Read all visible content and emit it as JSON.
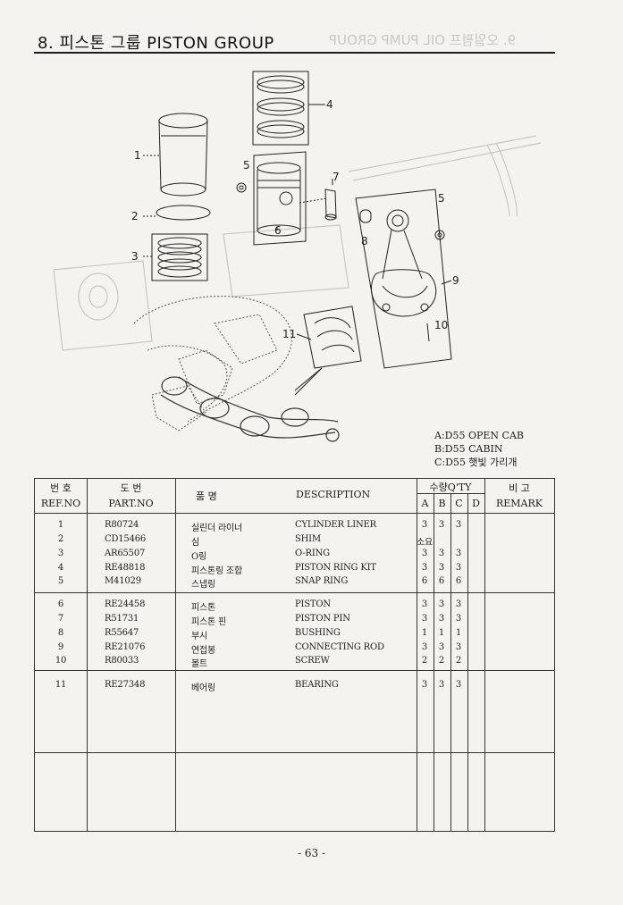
{
  "header": {
    "title": "8. 피스톤 그룹  PISTON GROUP",
    "ghost_title": "9. 오일펌프  OIL PUMP GROUP"
  },
  "diagram": {
    "callouts": [
      "1",
      "2",
      "3",
      "4",
      "5",
      "6",
      "7",
      "8",
      "5",
      "9",
      "10",
      "11"
    ]
  },
  "legend": [
    "A:D55 OPEN CAB",
    "B:D55 CABIN",
    "C:D55 햇빛 가리개"
  ],
  "table": {
    "headers": {
      "ref_ko": "번 호",
      "ref_en": "REF.NO",
      "part_ko": "도 번",
      "part_en": "PART.NO",
      "name_ko": "품 명",
      "desc": "DESCRIPTION",
      "qty_ko": "수량",
      "qty_en": "Q'TY",
      "qa": "A",
      "qb": "B",
      "qc": "C",
      "qd": "D",
      "remark_ko": "비 고",
      "remark_en": "REMARK"
    },
    "rows": [
      {
        "ref": "1",
        "part": "R80724",
        "ko": "실린더 라이너",
        "desc": "CYLINDER LINER",
        "a": "3",
        "b": "3",
        "c": "3"
      },
      {
        "ref": "2",
        "part": "CD15466",
        "ko": "심",
        "desc": "SHIM",
        "a": "소요",
        "b": "",
        "c": ""
      },
      {
        "ref": "3",
        "part": "AR65507",
        "ko": "O링",
        "desc": "O-RING",
        "a": "3",
        "b": "3",
        "c": "3"
      },
      {
        "ref": "4",
        "part": "RE48818",
        "ko": "피스톤링 조합",
        "desc": "PISTON RING KIT",
        "a": "3",
        "b": "3",
        "c": "3"
      },
      {
        "ref": "5",
        "part": "M41029",
        "ko": "스냅링",
        "desc": "SNAP RING",
        "a": "6",
        "b": "6",
        "c": "6"
      },
      {
        "ref": "6",
        "part": "RE24458",
        "ko": "피스톤",
        "desc": "PISTON",
        "a": "3",
        "b": "3",
        "c": "3"
      },
      {
        "ref": "7",
        "part": "R51731",
        "ko": "피스톤 핀",
        "desc": "PISTON PIN",
        "a": "3",
        "b": "3",
        "c": "3"
      },
      {
        "ref": "8",
        "part": "R55647",
        "ko": "부시",
        "desc": "BUSHING",
        "a": "1",
        "b": "1",
        "c": "1"
      },
      {
        "ref": "9",
        "part": "RE21076",
        "ko": "연접봉",
        "desc": "CONNECTING ROD",
        "a": "3",
        "b": "3",
        "c": "3"
      },
      {
        "ref": "10",
        "part": "R80033",
        "ko": "볼트",
        "desc": "SCREW",
        "a": "2",
        "b": "2",
        "c": "2"
      },
      {
        "ref": "11",
        "part": "RE27348",
        "ko": "베어링",
        "desc": "BEARING",
        "a": "3",
        "b": "3",
        "c": "3"
      }
    ]
  },
  "footer": {
    "page": "- 63 -"
  }
}
